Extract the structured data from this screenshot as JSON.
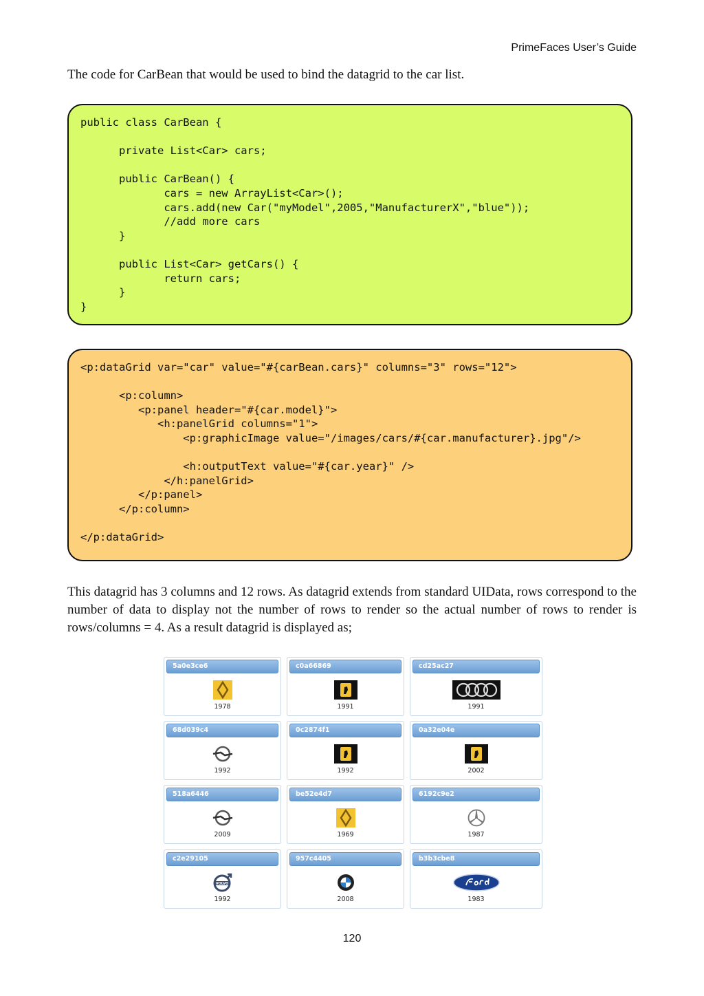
{
  "header": {
    "title": "PrimeFaces User’s Guide"
  },
  "intro_text": "The code for CarBean that would be used to bind the datagrid to the car list.",
  "code_java": "public class CarBean {\n\n      private List<Car> cars;\n\n      public CarBean() {\n             cars = new ArrayList<Car>();\n             cars.add(new Car(\"myModel\",2005,\"ManufacturerX\",\"blue\"));\n             //add more cars\n      }\n\n      public List<Car> getCars() {\n             return cars;\n      }\n}",
  "code_xhtml": "<p:dataGrid var=\"car\" value=\"#{carBean.cars}\" columns=\"3\" rows=\"12\">\n\n      <p:column>\n         <p:panel header=\"#{car.model}\">\n            <h:panelGrid columns=\"1\">\n                <p:graphicImage value=\"/images/cars/#{car.manufacturer}.jpg\"/>\n\n                <h:outputText value=\"#{car.year}\" />\n             </h:panelGrid>\n         </p:panel>\n      </p:column>\n\n</p:dataGrid>",
  "paragraph": "This datagrid has 3 columns and 12 rows. As datagrid extends from standard UIData, rows correspond to the number of data to display not the number of rows to render so the actual number of rows to render is rows/columns = 4. As a result datagrid is displayed as;",
  "datagrid": {
    "cells": [
      {
        "model": "5a0e3ce6",
        "year": "1978",
        "logo": "renault-logo-icon"
      },
      {
        "model": "c0a66869",
        "year": "1991",
        "logo": "ferrari-logo-icon"
      },
      {
        "model": "cd25ac27",
        "year": "1991",
        "logo": "audi-logo-icon"
      },
      {
        "model": "68d039c4",
        "year": "1992",
        "logo": "opel-logo-icon"
      },
      {
        "model": "0c2874f1",
        "year": "1992",
        "logo": "ferrari-logo-icon"
      },
      {
        "model": "0a32e04e",
        "year": "2002",
        "logo": "ferrari-logo-icon"
      },
      {
        "model": "518a6446",
        "year": "2009",
        "logo": "opel-logo-icon"
      },
      {
        "model": "be52e4d7",
        "year": "1969",
        "logo": "renault-logo-icon"
      },
      {
        "model": "6192c9e2",
        "year": "1987",
        "logo": "mercedes-logo-icon"
      },
      {
        "model": "c2e29105",
        "year": "1992",
        "logo": "volvo-logo-icon"
      },
      {
        "model": "957c4405",
        "year": "2008",
        "logo": "bmw-logo-icon"
      },
      {
        "model": "b3b3cbe8",
        "year": "1983",
        "logo": "ford-logo-icon"
      }
    ]
  },
  "footer": {
    "page_number": "120"
  }
}
